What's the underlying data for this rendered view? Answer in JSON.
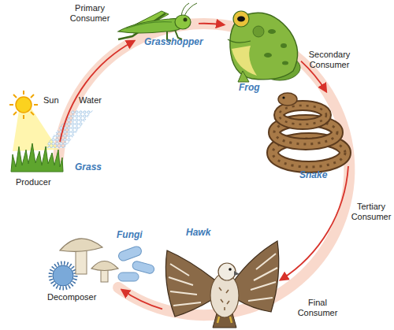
{
  "diagram": {
    "nodes": [
      {
        "text": [
          "Grass",
          "Producer"
        ]
      },
      {
        "text": [
          "Primary Consumer",
          "Grasshopper"
        ]
      },
      {
        "text": [
          "Frog",
          "Secondary Consumer"
        ]
      },
      {
        "text": [
          "Snake",
          "Tertiary Consumer"
        ]
      },
      {
        "text": [
          "Hawk",
          "Final Consumer"
        ]
      },
      {
        "text": [
          "Fungi",
          "Decomposer"
        ]
      }
    ],
    "edges": [
      {
        "from": 0,
        "to": 1,
        "arrow": "to"
      },
      {
        "from": 1,
        "to": 2,
        "arrow": "to"
      },
      {
        "from": 2,
        "to": 3,
        "arrow": "to"
      },
      {
        "from": 3,
        "to": 4,
        "arrow": "to"
      },
      {
        "from": 4,
        "to": 5,
        "arrow": "to"
      }
    ],
    "labels": [
      "Sun",
      "Water"
    ]
  }
}
